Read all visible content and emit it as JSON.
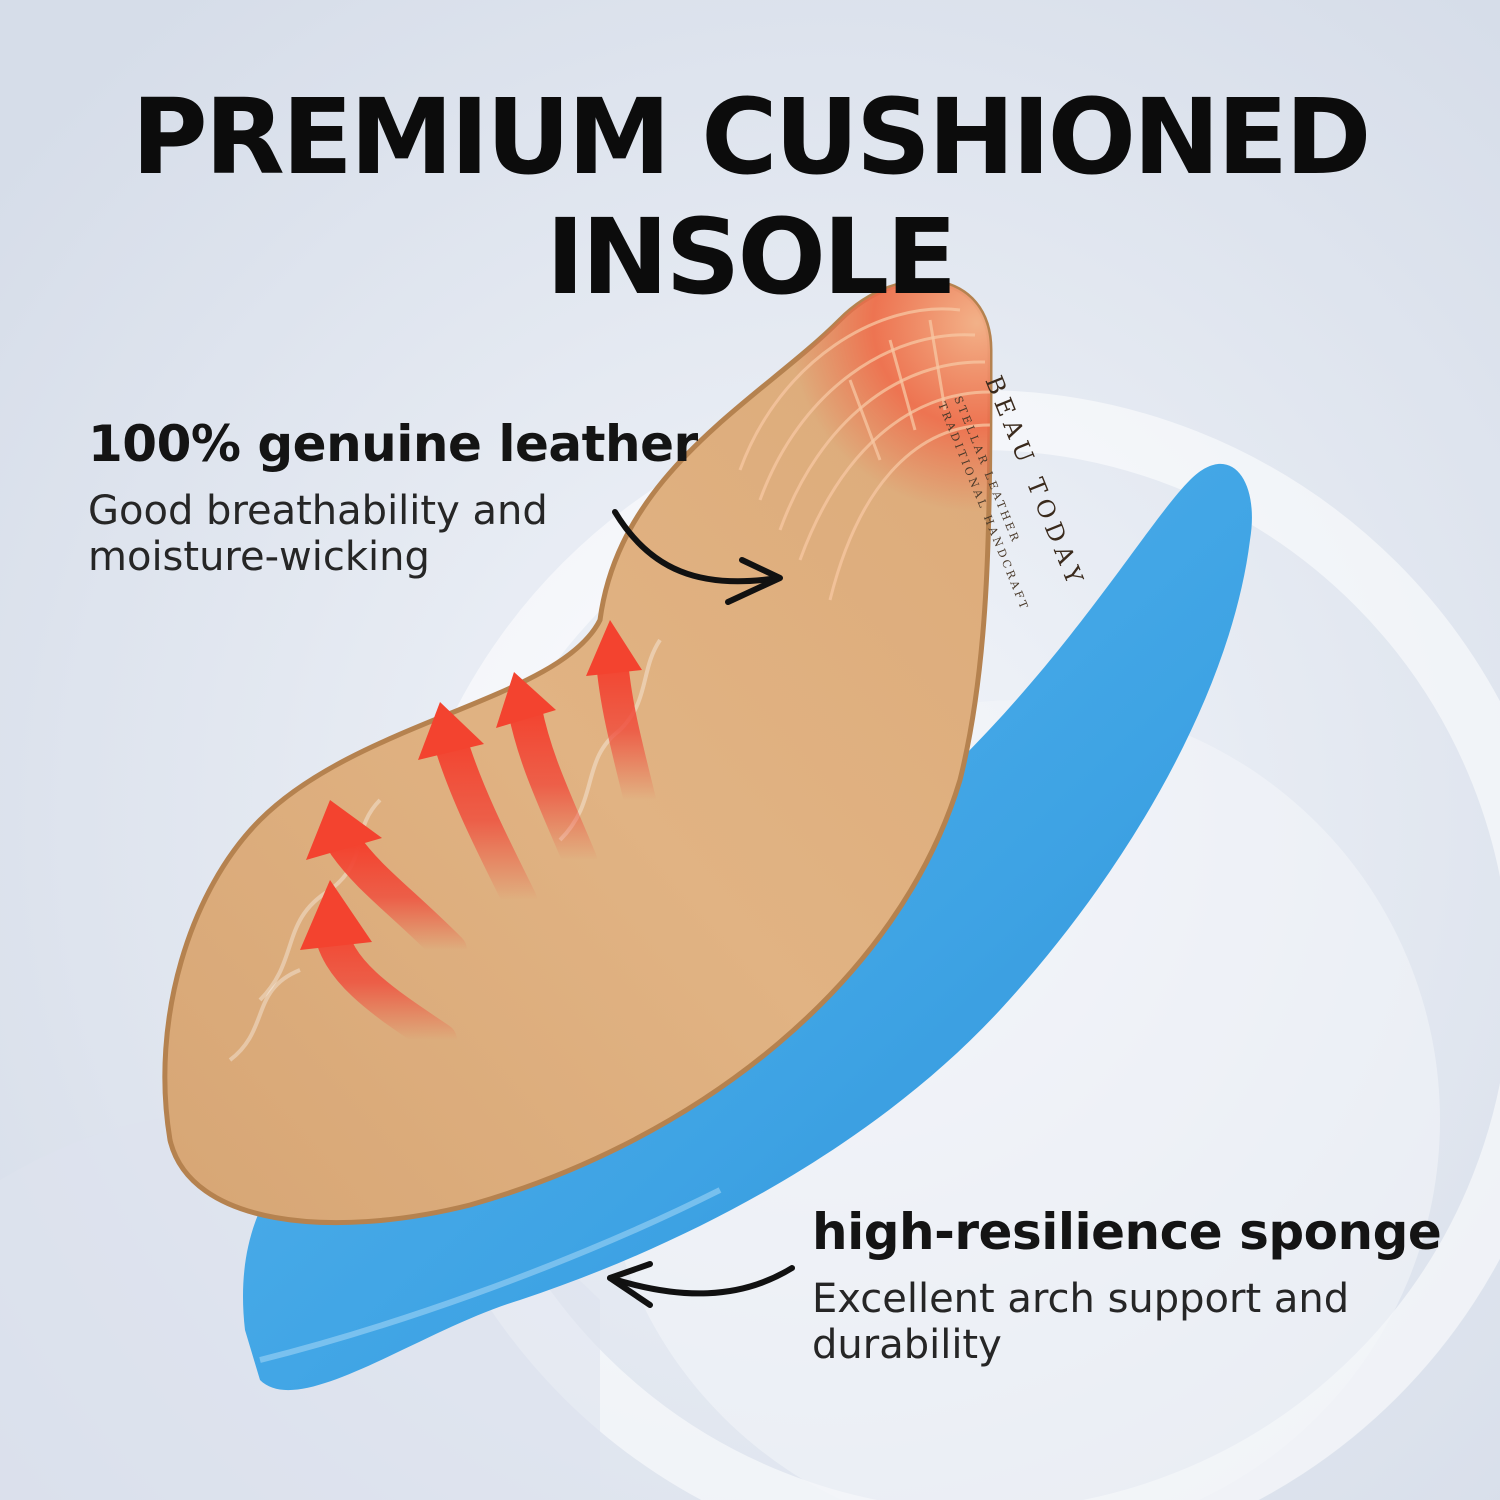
{
  "headline": "PREMIUM CUSHIONED INSOLE",
  "callouts": [
    {
      "title": "100% genuine leather",
      "description_lines": [
        "Good breathability and",
        "moisture-wicking"
      ]
    },
    {
      "title": "high-resilience sponge",
      "description_lines": [
        "Excellent arch support and",
        "durability"
      ]
    }
  ],
  "insole_imprint": {
    "brand": "BEAU TODAY",
    "line1": "STELLAR LEATHER",
    "line2": "TRADITIONAL HANDCRAFT"
  },
  "colors": {
    "background": "#e4e9f1",
    "leather": "#d9a978",
    "heel_heat": "#f06a4a",
    "sponge": "#3fa5e6",
    "airflow_arrows": "#f04a3a",
    "text": "#0c0c0c"
  },
  "icons": [
    "heat-arrow-icon",
    "pointer-arrow-icon"
  ]
}
